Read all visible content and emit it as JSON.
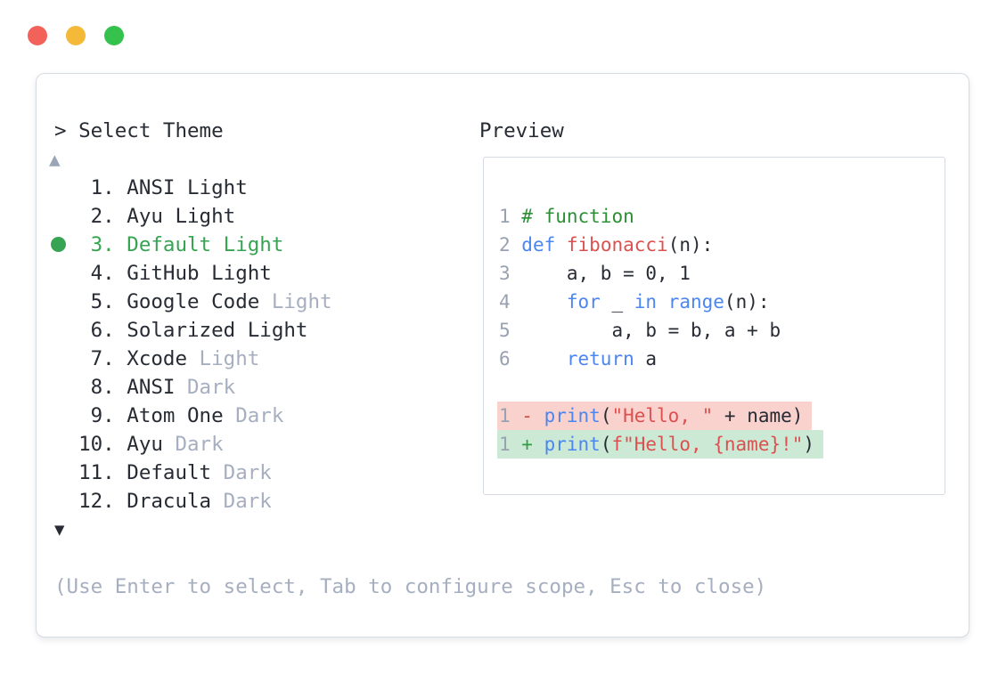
{
  "window": {
    "traffic_lights": [
      {
        "name": "close",
        "color": "#f3615b"
      },
      {
        "name": "minimize",
        "color": "#f5b93a"
      },
      {
        "name": "zoom",
        "color": "#34c14c"
      }
    ]
  },
  "picker": {
    "prompt": "> Select Theme",
    "scroll_up": "▲",
    "scroll_down": "▼",
    "items": [
      {
        "number": "1",
        "name": "ANSI Light",
        "suffix": "",
        "selected": false
      },
      {
        "number": "2",
        "name": "Ayu Light",
        "suffix": "",
        "selected": false
      },
      {
        "number": "3",
        "name": "Default Light",
        "suffix": "",
        "selected": true
      },
      {
        "number": "4",
        "name": "GitHub Light",
        "suffix": "",
        "selected": false
      },
      {
        "number": "5",
        "name": "Google Code",
        "suffix": "Light",
        "selected": false
      },
      {
        "number": "6",
        "name": "Solarized Light",
        "suffix": "",
        "selected": false
      },
      {
        "number": "7",
        "name": "Xcode",
        "suffix": "Light",
        "selected": false
      },
      {
        "number": "8",
        "name": "ANSI",
        "suffix": "Dark",
        "selected": false
      },
      {
        "number": "9",
        "name": "Atom One",
        "suffix": "Dark",
        "selected": false
      },
      {
        "number": "10",
        "name": "Ayu",
        "suffix": "Dark",
        "selected": false
      },
      {
        "number": "11",
        "name": "Default",
        "suffix": "Dark",
        "selected": false
      },
      {
        "number": "12",
        "name": "Dracula",
        "suffix": "Dark",
        "selected": false
      }
    ],
    "hint": "(Use Enter to select, Tab to configure scope, Esc to close)"
  },
  "preview": {
    "title": "Preview",
    "lines": [
      {
        "bg": "none",
        "segments": [
          [
            "num",
            "1 "
          ],
          [
            "comment",
            "# function"
          ]
        ]
      },
      {
        "bg": "none",
        "segments": [
          [
            "num",
            "2 "
          ],
          [
            "kw",
            "def"
          ],
          [
            "plain",
            " "
          ],
          [
            "fn",
            "fibonacci"
          ],
          [
            "plain",
            "(n):"
          ]
        ]
      },
      {
        "bg": "none",
        "segments": [
          [
            "num",
            "3 "
          ],
          [
            "plain",
            "    a, b = 0, 1"
          ]
        ]
      },
      {
        "bg": "none",
        "segments": [
          [
            "num",
            "4 "
          ],
          [
            "plain",
            "    "
          ],
          [
            "kw",
            "for"
          ],
          [
            "plain",
            " _ "
          ],
          [
            "kw",
            "in"
          ],
          [
            "plain",
            " "
          ],
          [
            "kw",
            "range"
          ],
          [
            "plain",
            "(n):"
          ]
        ]
      },
      {
        "bg": "none",
        "segments": [
          [
            "num",
            "5 "
          ],
          [
            "plain",
            "        a, b = b, a + b"
          ]
        ]
      },
      {
        "bg": "none",
        "segments": [
          [
            "num",
            "6 "
          ],
          [
            "plain",
            "    "
          ],
          [
            "kw",
            "return"
          ],
          [
            "plain",
            " a"
          ]
        ]
      },
      {
        "bg": "none",
        "segments": []
      },
      {
        "bg": "del",
        "segments": [
          [
            "num",
            "1 "
          ],
          [
            "del",
            "- "
          ],
          [
            "kw",
            "print"
          ],
          [
            "plain",
            "("
          ],
          [
            "str",
            "\"Hello, \""
          ],
          [
            "plain",
            " + name)"
          ]
        ]
      },
      {
        "bg": "add",
        "segments": [
          [
            "num",
            "1 "
          ],
          [
            "add",
            "+ "
          ],
          [
            "kw",
            "print"
          ],
          [
            "plain",
            "("
          ],
          [
            "str",
            "f\"Hello, {name}!\""
          ],
          [
            "plain",
            ")"
          ]
        ]
      }
    ]
  },
  "colors": {
    "text": "#272b33",
    "muted": "#a6afbf",
    "line_number": "#98a1b0",
    "selected_green": "#36a452",
    "comment_green": "#2c8f36",
    "keyword_blue": "#4c86f1",
    "func_string_red": "#dc5150",
    "del_red": "#d94a45",
    "add_green": "#2f9e44",
    "del_bg": "#f9d1cd",
    "add_bg": "#cbe9d5",
    "border": "#d6dae1",
    "up_arrow": "#9aa5b6"
  }
}
